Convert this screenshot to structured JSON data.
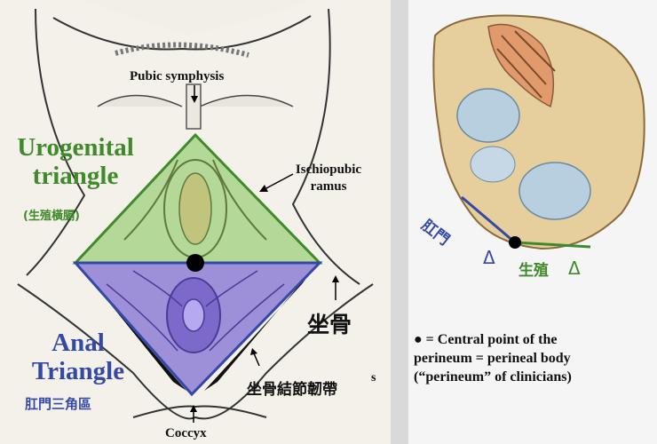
{
  "labels": {
    "pubic_symphysis": "Pubic symphysis",
    "urogenital_title": "Urogenital triangle",
    "urogenital_sub": "(生殖橫膈)",
    "ischiopubic": "Ischiopubic ramus",
    "ischium": "坐骨",
    "anal_title": "Anal Triangle",
    "anal_sub": "肛門三角區",
    "sacrotuberous": "坐骨結節韌帶",
    "cut_fragment": "s",
    "coccyx": "Coccyx",
    "anus_mark": "肛門",
    "genital_mark": "生殖",
    "triangle_glyph_1": "Δ",
    "triangle_glyph_2": "Δ"
  },
  "legend": {
    "bullet": "●",
    "line1": "= Central point of the",
    "line2": "perineum = perineal body",
    "line3": "(“perineum” of clinicians)"
  },
  "colors": {
    "urogenital_green": "#3f8a2a",
    "anal_blue": "#3548a6",
    "triangle_fill_green": "#a8d48a",
    "triangle_fill_purple": "#8d7fd6"
  }
}
